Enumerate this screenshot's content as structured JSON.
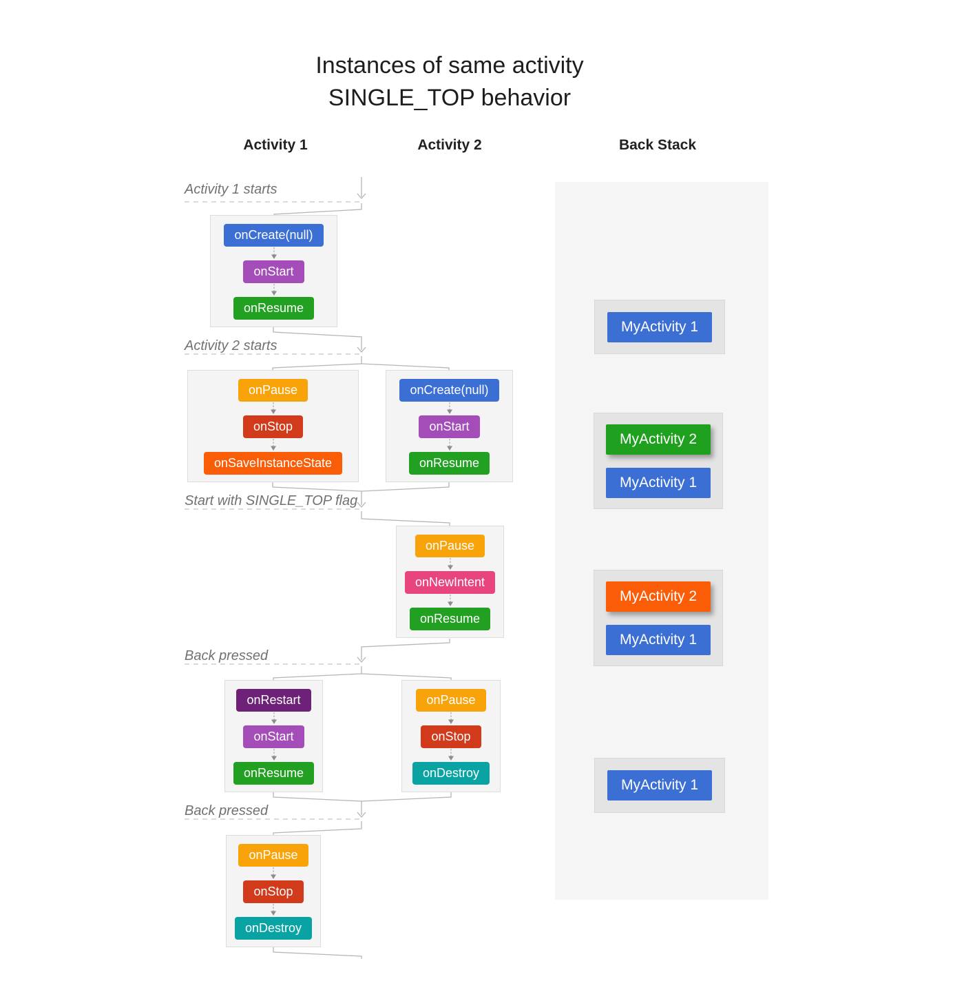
{
  "title": {
    "line1": "Instances of same activity",
    "line2": "SINGLE_TOP behavior"
  },
  "columns": [
    {
      "label": "Activity 1"
    },
    {
      "label": "Activity 2"
    },
    {
      "label": "Back Stack"
    }
  ],
  "stages": [
    {
      "label": "Activity 1 starts",
      "blocks": [
        {
          "column": "activity-1",
          "chips": [
            {
              "text": "onCreate(null)",
              "color": "blue"
            },
            {
              "text": "onStart",
              "color": "purple"
            },
            {
              "text": "onResume",
              "color": "green"
            }
          ]
        }
      ]
    },
    {
      "label": "Activity 2 starts",
      "blocks": [
        {
          "column": "activity-1",
          "chips": [
            {
              "text": "onPause",
              "color": "amber"
            },
            {
              "text": "onStop",
              "color": "red"
            },
            {
              "text": "onSaveInstanceState",
              "color": "orange"
            }
          ]
        },
        {
          "column": "activity-2",
          "chips": [
            {
              "text": "onCreate(null)",
              "color": "blue"
            },
            {
              "text": "onStart",
              "color": "purple"
            },
            {
              "text": "onResume",
              "color": "green"
            }
          ]
        }
      ]
    },
    {
      "label": "Start with SINGLE_TOP flag",
      "blocks": [
        {
          "column": "activity-2",
          "chips": [
            {
              "text": "onPause",
              "color": "amber"
            },
            {
              "text": "onNewIntent",
              "color": "pink"
            },
            {
              "text": "onResume",
              "color": "green"
            }
          ]
        }
      ]
    },
    {
      "label": "Back pressed",
      "blocks": [
        {
          "column": "activity-1",
          "chips": [
            {
              "text": "onRestart",
              "color": "dark_purple"
            },
            {
              "text": "onStart",
              "color": "purple"
            },
            {
              "text": "onResume",
              "color": "green"
            }
          ]
        },
        {
          "column": "activity-2",
          "chips": [
            {
              "text": "onPause",
              "color": "amber"
            },
            {
              "text": "onStop",
              "color": "red"
            },
            {
              "text": "onDestroy",
              "color": "teal"
            }
          ]
        }
      ]
    },
    {
      "label": "Back pressed",
      "blocks": [
        {
          "column": "activity-1",
          "chips": [
            {
              "text": "onPause",
              "color": "amber"
            },
            {
              "text": "onStop",
              "color": "red"
            },
            {
              "text": "onDestroy",
              "color": "teal"
            }
          ]
        }
      ]
    }
  ],
  "back_stack": {
    "groups": [
      {
        "items": [
          {
            "text": "MyActivity 1",
            "color": "blue",
            "elevated": false
          }
        ]
      },
      {
        "items": [
          {
            "text": "MyActivity 2",
            "color": "green",
            "elevated": true
          },
          {
            "text": "MyActivity 1",
            "color": "blue",
            "elevated": false
          }
        ]
      },
      {
        "items": [
          {
            "text": "MyActivity 2",
            "color": "orange",
            "elevated": true
          },
          {
            "text": "MyActivity 1",
            "color": "blue",
            "elevated": false
          }
        ]
      },
      {
        "items": [
          {
            "text": "MyActivity 1",
            "color": "blue",
            "elevated": false
          }
        ]
      }
    ]
  },
  "palette": {
    "blue": "#3b6fd4",
    "purple": "#a44db8",
    "dark_purple": "#6e2277",
    "green": "#22a022",
    "stack_green": "#1fa01f",
    "amber": "#f9a30a",
    "red": "#d23a1c",
    "orange": "#f95d07",
    "pink": "#e8457f",
    "teal": "#0aa3a3",
    "connector_gray": "#b5b5b5",
    "panel_gray": "#f5f5f6",
    "group_gray": "#e4e4e4"
  }
}
